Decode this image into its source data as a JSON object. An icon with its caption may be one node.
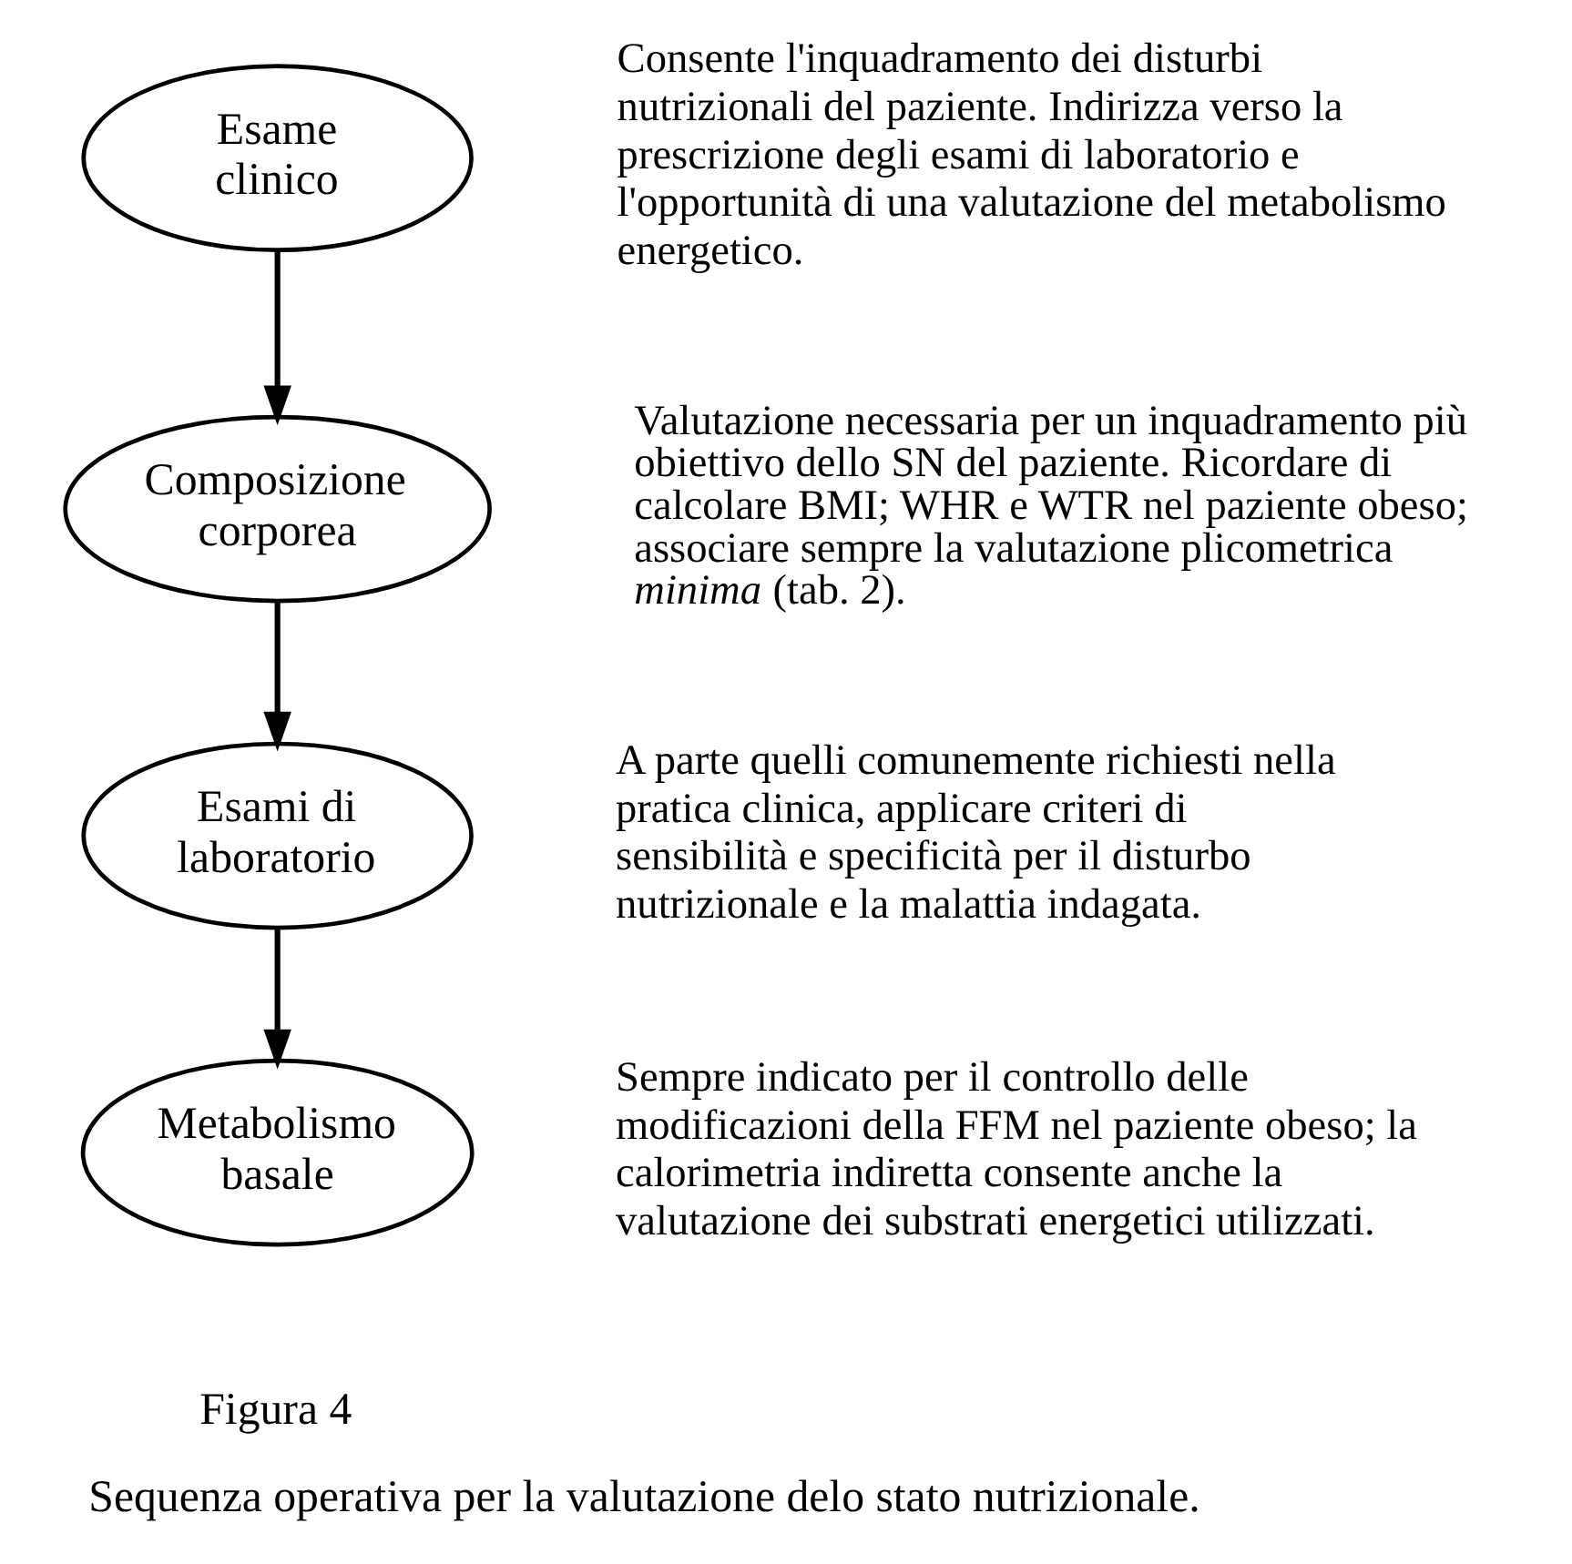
{
  "diagram": {
    "caption": "Sequenza operativa per la valutazione delo stato nutrizionale.",
    "nodes": [
      {
        "text": [
          "Esame clinico"
        ],
        "beside": [
          "Consente l'inquadramento dei disturbi nutrizionali del paziente. Indirizza verso la prescrizione degli esami di laboratorio e l'opportunità di una valutazione del metabolismo energetico."
        ]
      },
      {
        "text": [
          "Composizione corporea"
        ],
        "beside": [
          "Valutazione necessaria per un inquadramento più obiettivo dello SN del paziente. Ricordare di calcolare BMI; WHR e WTR nel paziente obeso; associare sempre la valutazione plicometrica *minima* (tab. 2)."
        ]
      },
      {
        "text": [
          "Esami di laboratorio"
        ],
        "beside": [
          "A parte quelli comunemente richiesti nella pratica clinica, applicare criteri di sensibilità e specificità per il disturbo nutrizionale e la malattia indagata."
        ]
      },
      {
        "text": [
          "Metabolismo basale"
        ],
        "beside": [
          "Sempre indicato per il controllo delle modificazioni della FFM nel paziente obeso; la calorimetria indiretta consente anche la valutazione dei substrati energetici utilizzati."
        ]
      }
    ],
    "edges": [
      {
        "from": 0,
        "to": 1,
        "arrow": "to"
      },
      {
        "from": 1,
        "to": 2,
        "arrow": "to"
      },
      {
        "from": 2,
        "to": 3,
        "arrow": "to"
      }
    ],
    "labels": [
      "Figura 4"
    ]
  }
}
